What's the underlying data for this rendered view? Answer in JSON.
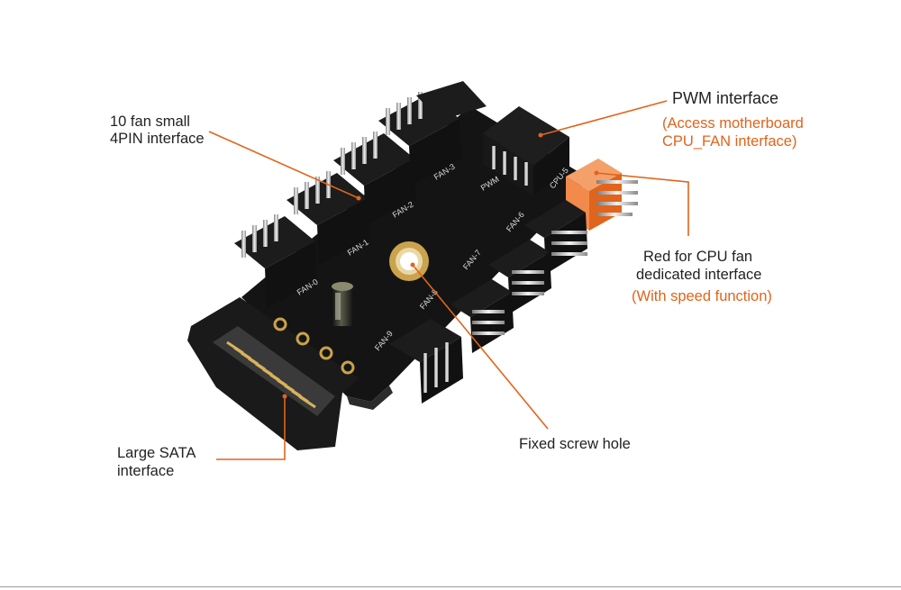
{
  "colors": {
    "accent": "#e0641b",
    "text": "#222222",
    "pcb": "#141414",
    "connector_orange": "#f28a4c",
    "gold": "#c9a24a"
  },
  "labels": {
    "fan_small_line1": "10 fan small",
    "fan_small_line2": "4PIN interface",
    "pwm_title": "PWM interface",
    "pwm_note_line1": "(Access motherboard",
    "pwm_note_line2": "CPU_FAN interface)",
    "red_cpu_line1": "Red for CPU fan",
    "red_cpu_line2": "dedicated interface",
    "red_cpu_note": "(With speed function)",
    "screw_hole": "Fixed screw hole",
    "sata_line1": "Large SATA",
    "sata_line2": "interface"
  },
  "silkscreen": {
    "fan0": "FAN-0",
    "fan1": "FAN-1",
    "fan2": "FAN-2",
    "fan3": "FAN-3",
    "pwm": "PWM",
    "cpu": "CPU-5",
    "fan6": "FAN-6",
    "fan7": "FAN-7",
    "fan8": "FAN-8",
    "fan9": "FAN-9"
  }
}
